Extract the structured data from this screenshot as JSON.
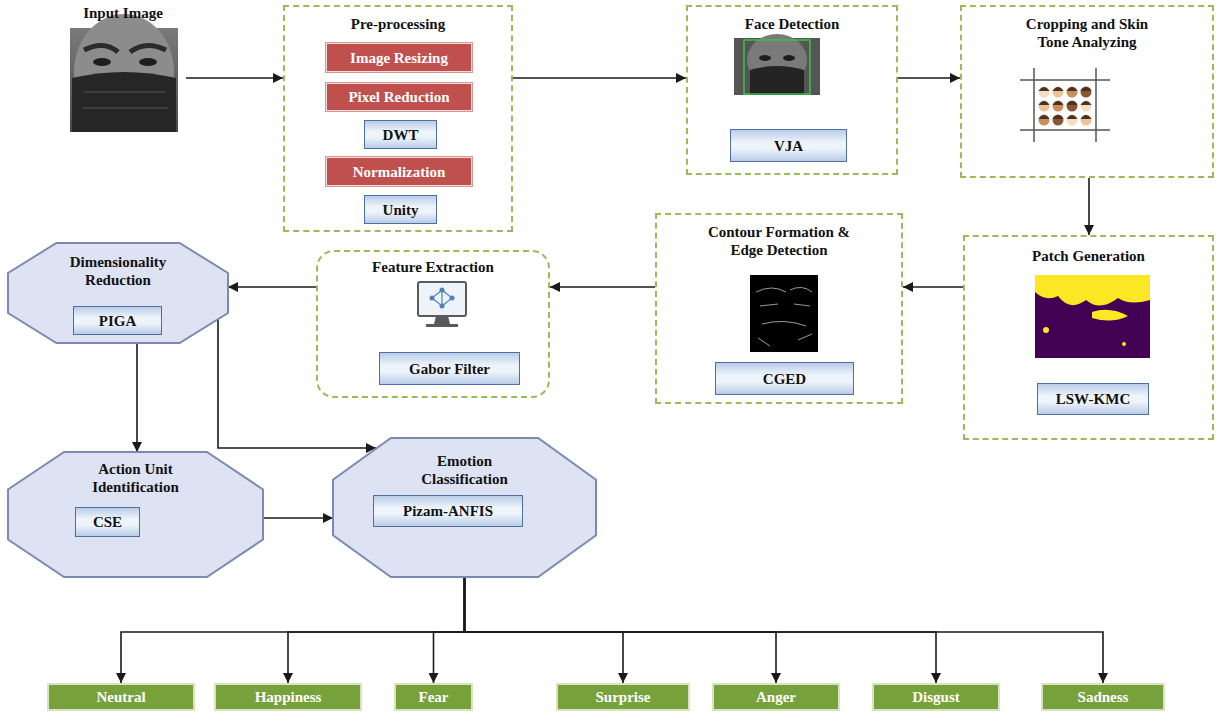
{
  "diagram": {
    "nodes": [
      {
        "text": [
          "Input Image"
        ]
      },
      {
        "text": [
          "Pre-processing"
        ]
      },
      {
        "text": [
          "Image Resizing"
        ],
        "in": 1
      },
      {
        "text": [
          "Pixel Reduction"
        ],
        "in": 1
      },
      {
        "text": [
          "DWT"
        ],
        "in": 1
      },
      {
        "text": [
          "Normalization"
        ],
        "in": 1
      },
      {
        "text": [
          "Unity"
        ],
        "in": 1
      },
      {
        "text": [
          "Face Detection"
        ]
      },
      {
        "text": [
          "VJA"
        ],
        "in": 7
      },
      {
        "text": [
          "Cropping and Skin Tone Analyzing"
        ]
      },
      {
        "text": [
          "Patch Generation"
        ]
      },
      {
        "text": [
          "LSW-KMC"
        ],
        "in": 10
      },
      {
        "text": [
          "Contour Formation & Edge Detection"
        ]
      },
      {
        "text": [
          "CGED"
        ],
        "in": 12
      },
      {
        "text": [
          "Feature Extraction"
        ]
      },
      {
        "text": [
          "Gabor Filter"
        ],
        "in": 14
      },
      {
        "text": [
          "Dimensionality Reduction"
        ]
      },
      {
        "text": [
          "PIGA"
        ],
        "in": 16
      },
      {
        "text": [
          "Action Unit Identification"
        ]
      },
      {
        "text": [
          "CSE"
        ],
        "in": 18
      },
      {
        "text": [
          "Emotion Classification"
        ]
      },
      {
        "text": [
          "Pizam-ANFIS"
        ],
        "in": 20
      },
      {
        "text": [
          "Neutral"
        ]
      },
      {
        "text": [
          "Happiness"
        ]
      },
      {
        "text": [
          "Fear"
        ]
      },
      {
        "text": [
          "Surprise"
        ]
      },
      {
        "text": [
          "Anger"
        ]
      },
      {
        "text": [
          "Disgust"
        ]
      },
      {
        "text": [
          "Sadness"
        ]
      }
    ],
    "edges": [
      {
        "from": 0,
        "to": 1,
        "arrow": "to"
      },
      {
        "from": 1,
        "to": 7,
        "arrow": "to"
      },
      {
        "from": 7,
        "to": 9,
        "arrow": "to"
      },
      {
        "from": 9,
        "to": 10,
        "arrow": "to"
      },
      {
        "from": 10,
        "to": 12,
        "arrow": "to"
      },
      {
        "from": 12,
        "to": 14,
        "arrow": "to"
      },
      {
        "from": 14,
        "to": 16,
        "arrow": "to"
      },
      {
        "from": 16,
        "to": 18,
        "arrow": "to"
      },
      {
        "from": 16,
        "to": 20,
        "arrow": "to"
      },
      {
        "from": 18,
        "to": 20,
        "arrow": "to"
      },
      {
        "from": 20,
        "to": 22,
        "arrow": "to"
      },
      {
        "from": 20,
        "to": 23,
        "arrow": "to"
      },
      {
        "from": 20,
        "to": 24,
        "arrow": "to"
      },
      {
        "from": 20,
        "to": 25,
        "arrow": "to"
      },
      {
        "from": 20,
        "to": 26,
        "arrow": "to"
      },
      {
        "from": 20,
        "to": 27,
        "arrow": "to"
      },
      {
        "from": 20,
        "to": 28,
        "arrow": "to"
      }
    ]
  }
}
